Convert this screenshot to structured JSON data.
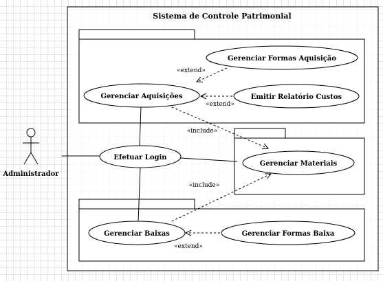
{
  "system": {
    "title": "Sistema de Controle Patrimonial"
  },
  "actor": {
    "name": "Administrador"
  },
  "use_cases": {
    "gerenciar_formas_aquisicao": "Gerenciar Formas Aquisição",
    "gerenciar_aquisicoes": "Gerenciar Aquisições",
    "emitir_relatorio_custos": "Emitir Relatório Custos",
    "efetuar_login": "Efetuar Login",
    "gerenciar_materiais": "Gerenciar Materiais",
    "gerenciar_baixas": "Gerenciar Baixas",
    "gerenciar_formas_baixa": "Gerenciar Formas Baixa"
  },
  "stereotypes": {
    "extend_formas_aquisicao": "«extend»",
    "extend_relatorio": "«extend»",
    "include_aquisicoes_materiais": "«include»",
    "include_baixas_materiais": "«include»",
    "extend_formas_baixa": "«extend»"
  }
}
